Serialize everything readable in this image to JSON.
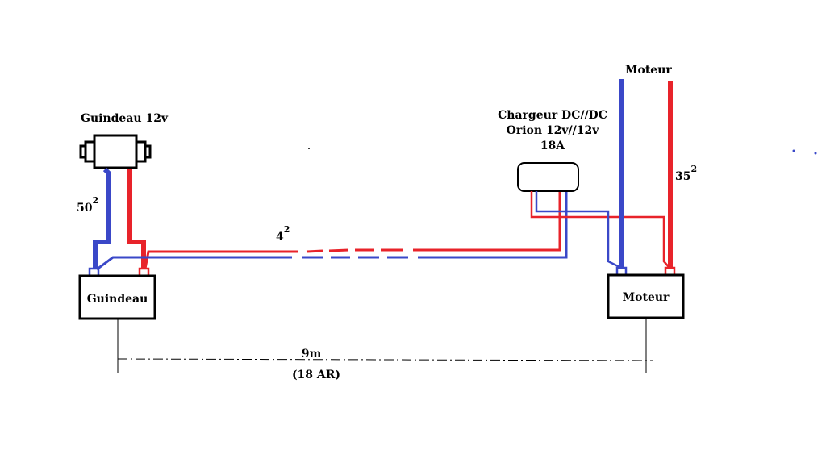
{
  "colors": {
    "positive": "#e8232a",
    "negative": "#3a48c8",
    "ink": "#000000"
  },
  "labels": {
    "winch_motor_title": "Guindeau 12v",
    "winch_battery": "Guindeau",
    "engine_battery": "Moteur",
    "engine_cable_title": "Moteur",
    "charger_line1": "Chargeur  DC//DC",
    "charger_line2": "Orion 12v//12v",
    "charger_line3": "18A",
    "cable_50": "50",
    "cable_4": "4",
    "cable_35": "35",
    "section_exp": "2",
    "distance": "9m",
    "distance_round_trip": "(18 AR)"
  }
}
